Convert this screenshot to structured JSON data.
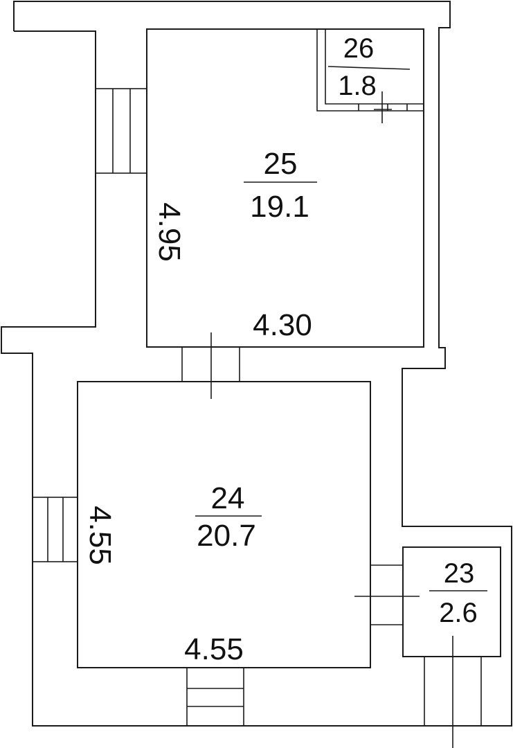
{
  "rooms": [
    {
      "id": "room-23",
      "number": "23",
      "area": "2.6"
    },
    {
      "id": "room-24",
      "number": "24",
      "area": "20.7"
    },
    {
      "id": "room-25",
      "number": "25",
      "area": "19.1"
    },
    {
      "id": "room-26",
      "number": "26",
      "area": "1.8"
    }
  ],
  "dimensions": {
    "room24_width": "4.55",
    "room24_height": "4.55",
    "room25_width": "4.30",
    "room25_height": "4.95"
  },
  "colors": {
    "line": "#1a1a1a",
    "text": "#111111",
    "background": "#ffffff"
  }
}
